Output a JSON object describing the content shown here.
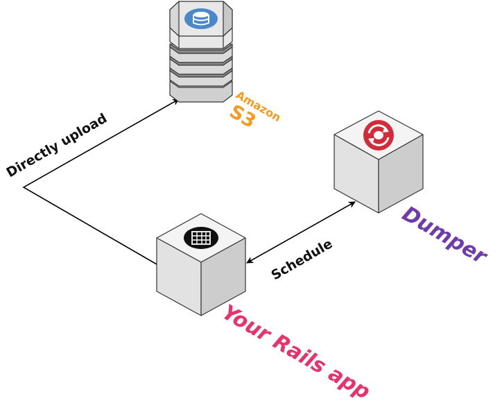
{
  "nodes": {
    "s3": {
      "line1": "Amazon",
      "line2": "S3",
      "color": "#f59b1e",
      "icon": "database-icon",
      "icon_color": "#4a88c8"
    },
    "dumper": {
      "label": "Dumper",
      "color": "#6f3aaa",
      "icon": "sync-icon",
      "icon_color": "#d42b3a"
    },
    "rails": {
      "label": "Your Rails app",
      "color": "#e8326b",
      "icon": "server-rack-icon",
      "icon_color": "#111111"
    }
  },
  "edges": {
    "upload": {
      "label": "Directly upload"
    },
    "schedule": {
      "label": "Schedule"
    }
  }
}
